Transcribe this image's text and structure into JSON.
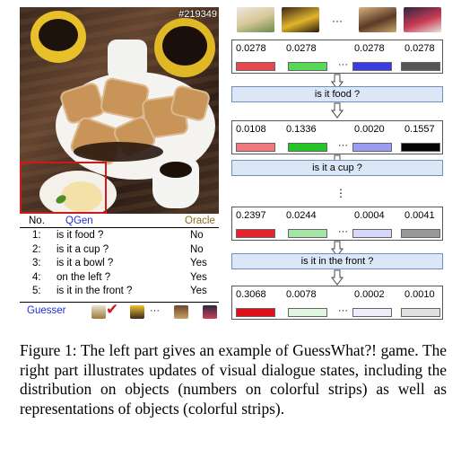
{
  "figure": {
    "photo_id": "#219349",
    "dialogue": {
      "header": {
        "no": "No.",
        "qgen": "QGen",
        "oracle": "Oracle"
      },
      "rows": [
        {
          "no": "1:",
          "question": "is it food ?",
          "answer": "No"
        },
        {
          "no": "2:",
          "question": "is it a cup ?",
          "answer": "No"
        },
        {
          "no": "3:",
          "question": "is it a bowl ?",
          "answer": "Yes"
        },
        {
          "no": "4:",
          "question": "on the left ?",
          "answer": "Yes"
        },
        {
          "no": "5:",
          "question": "is it in the front ?",
          "answer": "Yes"
        }
      ],
      "guesser_label": "Guesser",
      "guesser_dots": "···"
    },
    "thumbnail_dots": "···",
    "states": [
      {
        "values": [
          "0.0278",
          "0.0278",
          "0.0278",
          "0.0278"
        ],
        "colors": [
          "#e8474f",
          "#57d957",
          "#3b3be0",
          "#555555"
        ]
      },
      {
        "values": [
          "0.0108",
          "0.1336",
          "0.0020",
          "0.1557"
        ],
        "colors": [
          "#ef7a7f",
          "#27c427",
          "#9c9cf0",
          "#050505"
        ]
      },
      {
        "values": [
          "0.2397",
          "0.0244",
          "0.0004",
          "0.0041"
        ],
        "colors": [
          "#e4232c",
          "#a7e4a7",
          "#d7d7f7",
          "#999999"
        ]
      },
      {
        "values": [
          "0.3068",
          "0.0078",
          "0.0002",
          "0.0010"
        ],
        "colors": [
          "#e0101a",
          "#e0f6e0",
          "#eeeefb",
          "#e0e0e0"
        ]
      }
    ],
    "strip_dots": "···",
    "questions": [
      "is it food ?",
      "is it a cup ?",
      "is it in the front ?"
    ],
    "vertical_dots": "⋮"
  },
  "caption": "Figure 1: The left part gives an example of GuessWhat?! game. The right part illustrates updates of visual dialogue states, including the distribution on objects (numbers on colorful strips) as well as representations of objects (colorful strips)."
}
